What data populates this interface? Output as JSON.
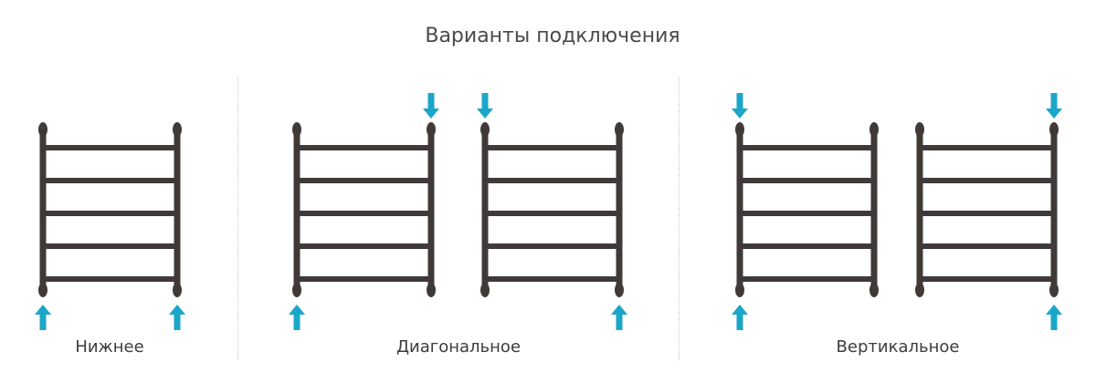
{
  "title": "Варианты подключения",
  "groups": [
    {
      "label": "Нижнее"
    },
    {
      "label": "Диагональное"
    },
    {
      "label": "Вертикальное"
    }
  ],
  "colors": {
    "rail": "#3f3a38",
    "arrow": "#1aa6c9",
    "text": "#4a4a4a",
    "divider": "#c9c9c9"
  }
}
